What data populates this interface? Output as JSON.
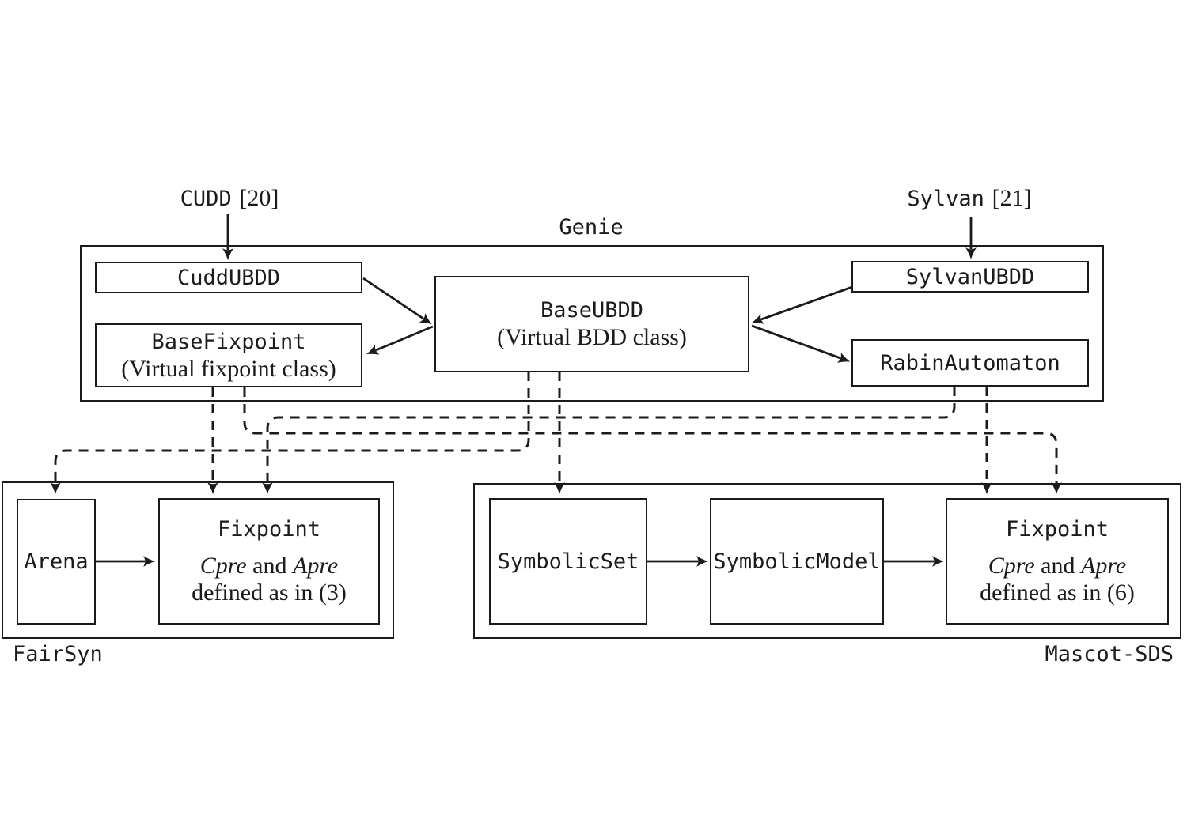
{
  "figure": {
    "kind": "software-architecture-diagram",
    "ink_color": "#1b1b1b",
    "background_color": "#ffffff"
  },
  "external": {
    "cudd": {
      "name": "CUDD",
      "ref": "[20]"
    },
    "sylvan": {
      "name": "Sylvan",
      "ref": "[21]"
    }
  },
  "genie": {
    "label": "Genie",
    "cuddubdd": "CuddUBDD",
    "sylvanubdd": "SylvanUBDD",
    "baseubdd": {
      "title": "BaseUBDD",
      "subtitle": "(Virtual BDD class)"
    },
    "basefixpoint": {
      "title": "BaseFixpoint",
      "subtitle": "(Virtual fixpoint class)"
    },
    "rabinautomaton": "RabinAutomaton"
  },
  "fairsyn": {
    "label": "FairSyn",
    "arena": "Arena",
    "fixpoint": {
      "title": "Fixpoint",
      "cpre": "Cpre",
      "conj": "and",
      "apre": "Apre",
      "defined": "defined as in (3)"
    }
  },
  "mascot": {
    "label": "Mascot-SDS",
    "symbolicset": "SymbolicSet",
    "symbolicmodel": "SymbolicModel",
    "fixpoint": {
      "title": "Fixpoint",
      "cpre": "Cpre",
      "conj": "and",
      "apre": "Apre",
      "defined": "defined as in (6)"
    }
  },
  "connections": {
    "solid": [
      "CUDD -> CuddUBDD",
      "Sylvan -> SylvanUBDD",
      "CuddUBDD -> BaseUBDD",
      "BaseUBDD -> BaseFixpoint",
      "SylvanUBDD -> BaseUBDD",
      "BaseUBDD -> RabinAutomaton",
      "Arena -> Fixpoint(FairSyn)",
      "SymbolicSet -> SymbolicModel",
      "SymbolicModel -> Fixpoint(Mascot-SDS)"
    ],
    "dashed": [
      "BaseFixpoint -> Fixpoint(FairSyn)",
      "BaseFixpoint -> Fixpoint(Mascot-SDS)",
      "RabinAutomaton -> Fixpoint(FairSyn)",
      "RabinAutomaton -> Fixpoint(Mascot-SDS)",
      "BaseUBDD -> Arena",
      "BaseUBDD -> SymbolicSet"
    ]
  }
}
